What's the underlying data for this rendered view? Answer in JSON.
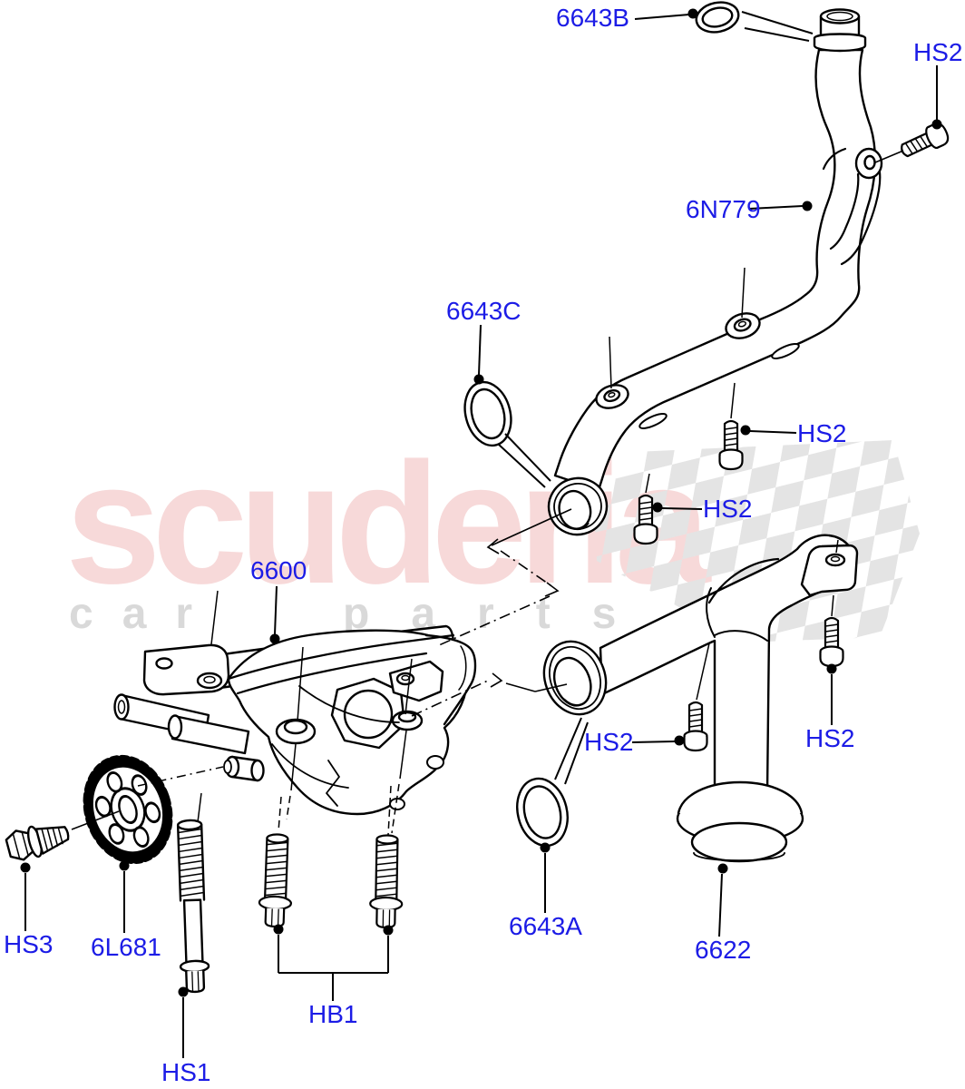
{
  "image": {
    "type": "exploded-parts-diagram",
    "background": "#ffffff"
  },
  "watermark": {
    "brand": "scuderia",
    "tagline_word1": "car",
    "tagline_word2": "parts"
  },
  "colors": {
    "label_blue": "#1c1ce6",
    "line_black": "#000000",
    "brand_pink": "#f7d9d9",
    "tagline_gray": "#d9d9d9",
    "checker_gray": "#e4e4e4"
  },
  "callouts": [
    {
      "part": "o-ring-upper",
      "text": "6643B"
    },
    {
      "part": "bolt-feed-tube-bracket",
      "text": "HS2"
    },
    {
      "part": "oil-feed-tube",
      "text": "6N779"
    },
    {
      "part": "o-ring-feed-tube-lower",
      "text": "6643C"
    },
    {
      "part": "bolt-feed-tube-upper",
      "text": "HS2"
    },
    {
      "part": "bolt-feed-tube-lower",
      "text": "HS2"
    },
    {
      "part": "oil-pump",
      "text": "6600"
    },
    {
      "part": "bolt-pickup-tube-left",
      "text": "HS2"
    },
    {
      "part": "bolt-pickup-tube-right",
      "text": "HS2"
    },
    {
      "part": "bolt-gear",
      "text": "HS3"
    },
    {
      "part": "oil-pump-gear",
      "text": "6L681"
    },
    {
      "part": "bolt-pump-long",
      "text": "HS1"
    },
    {
      "part": "bolts-pump-pair",
      "text": "HB1"
    },
    {
      "part": "o-ring-pickup",
      "text": "6643A"
    },
    {
      "part": "oil-pickup-tube",
      "text": "6622"
    }
  ]
}
